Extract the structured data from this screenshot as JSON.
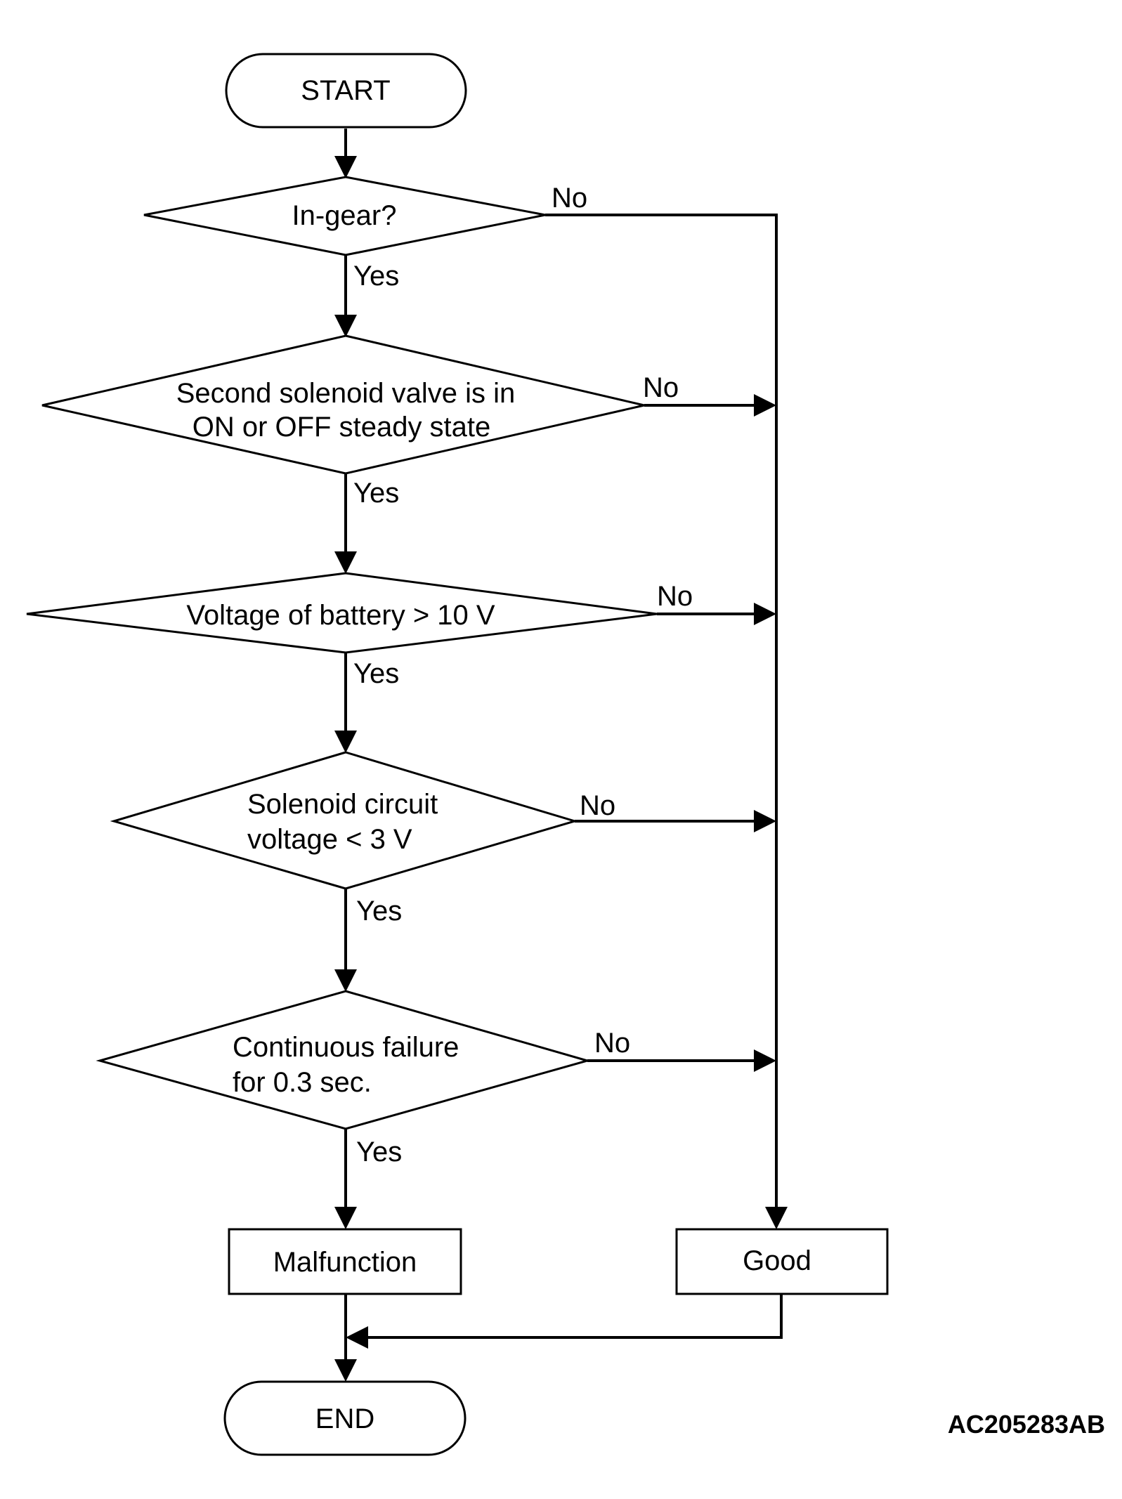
{
  "nodes": {
    "start": "START",
    "in_gear": "In-gear?",
    "solenoid_state": [
      "Second solenoid valve is in",
      "ON or OFF steady state"
    ],
    "battery_voltage": "Voltage of battery > 10 V",
    "circuit_voltage": [
      "Solenoid circuit",
      "voltage < 3 V"
    ],
    "continuous_failure": [
      "Continuous failure",
      "for 0.3 sec."
    ],
    "malfunction": "Malfunction",
    "good": "Good",
    "end": "END"
  },
  "edges": {
    "yes": "Yes",
    "no": "No"
  },
  "figure_id": "AC205283AB"
}
